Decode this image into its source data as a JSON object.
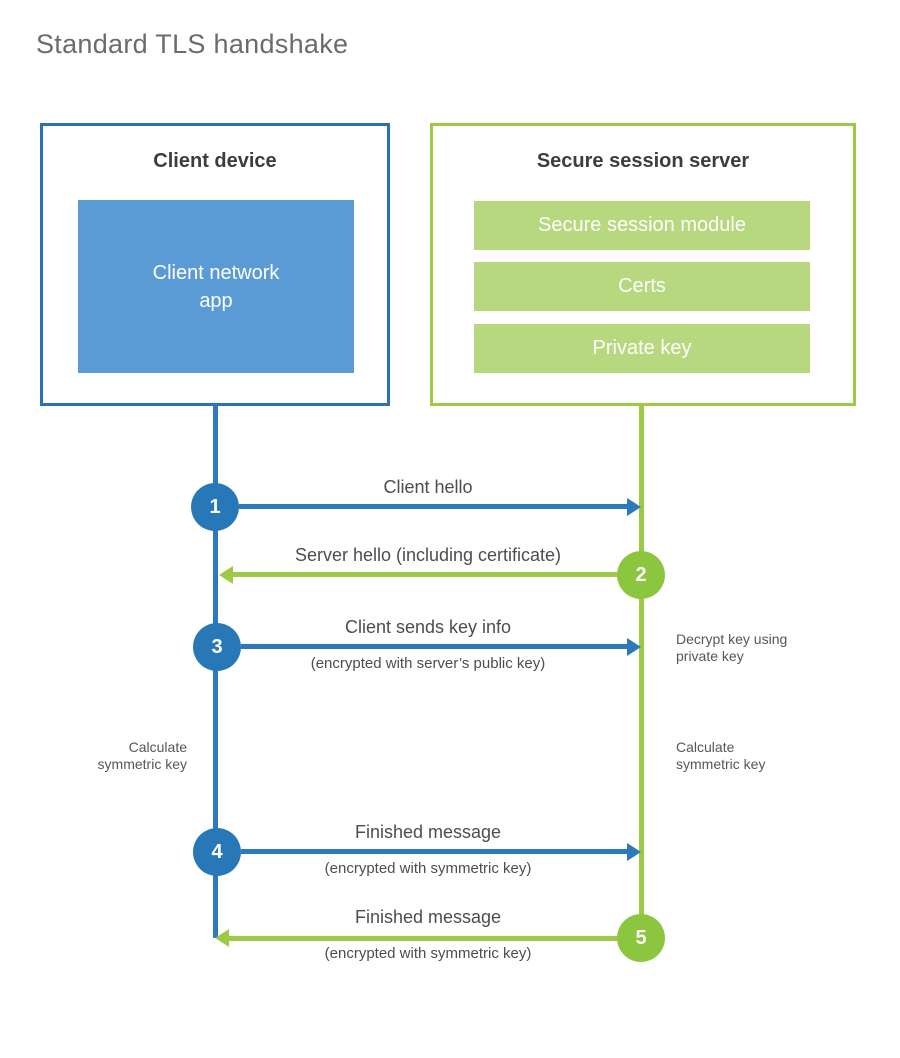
{
  "title": "Standard TLS handshake",
  "client": {
    "title": "Client device",
    "app_lines": [
      "Client network",
      "app"
    ]
  },
  "server": {
    "title": "Secure session server",
    "modules": [
      "Secure session module",
      "Certs",
      "Private key"
    ]
  },
  "messages": [
    {
      "number": "1",
      "label": "Client hello",
      "sublabel": "",
      "direction": "right",
      "from": "client",
      "to": "server"
    },
    {
      "number": "2",
      "label": "Server hello (including certificate)",
      "sublabel": "",
      "direction": "left",
      "from": "server",
      "to": "client"
    },
    {
      "number": "3",
      "label": "Client sends key info",
      "sublabel": "(encrypted with server’s public key)",
      "direction": "right",
      "from": "client",
      "to": "server"
    },
    {
      "number": "4",
      "label": "Finished message",
      "sublabel": "(encrypted with symmetric key)",
      "direction": "right",
      "from": "client",
      "to": "server"
    },
    {
      "number": "5",
      "label": "Finished message",
      "sublabel": "(encrypted with symmetric key)",
      "direction": "left",
      "from": "server",
      "to": "client"
    }
  ],
  "notes": {
    "decrypt": [
      "Decrypt key using",
      "private key"
    ],
    "calc_left": [
      "Calculate",
      "symmetric key"
    ],
    "calc_right": [
      "Calculate",
      "symmetric key"
    ]
  },
  "colors": {
    "blue_border": "#2a72b5",
    "blue_line": "#2d79bc",
    "blue_fill": "#5b9bd5",
    "green_border": "#9dca44",
    "green_circle": "#8cc63f",
    "green_fill": "#b7d87e",
    "heading_text": "#3d3d3d",
    "label_text": "#4d4d4d",
    "title_text": "#6b6b6b"
  }
}
